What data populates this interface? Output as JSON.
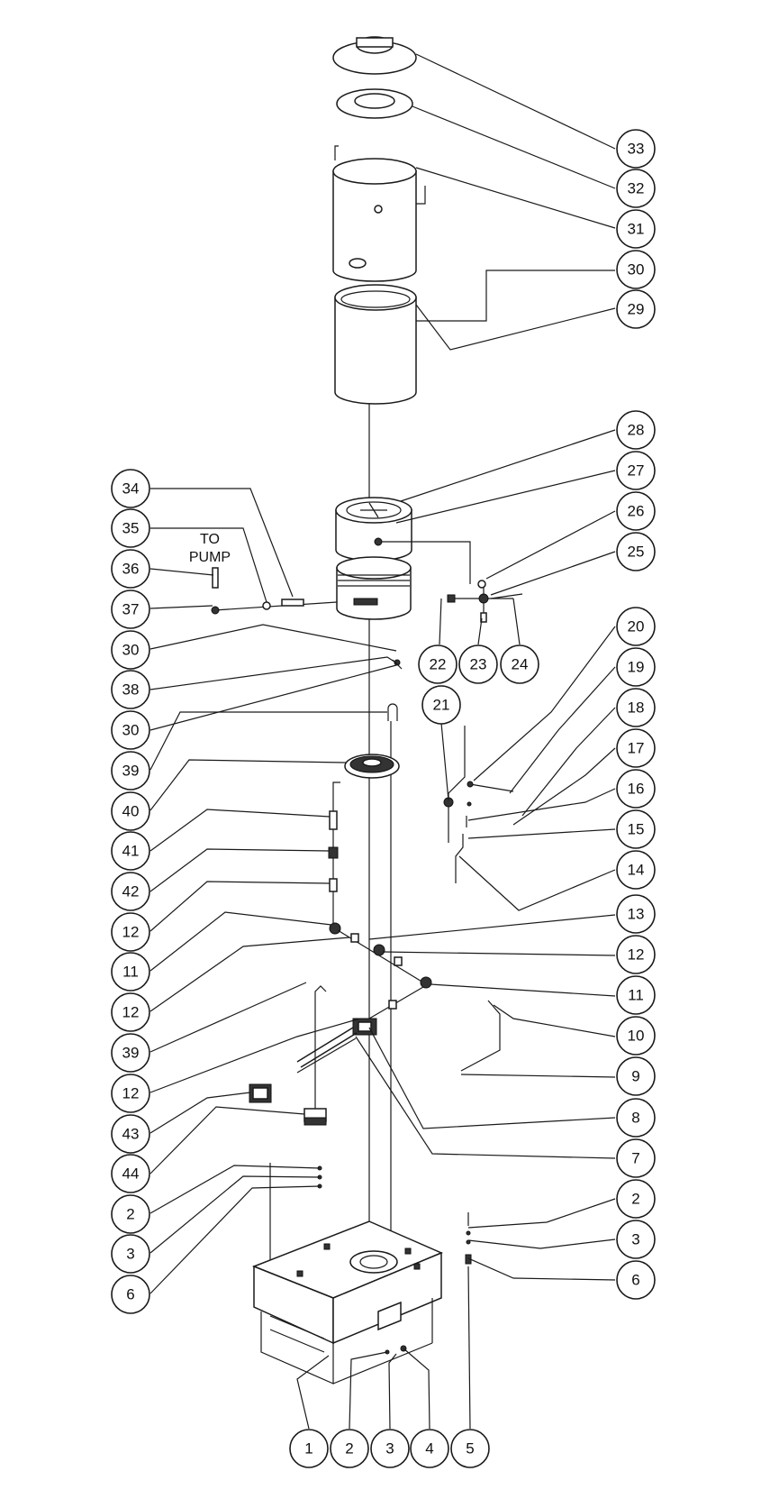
{
  "diagram": {
    "note_line1": "TO",
    "note_line2": "PUMP",
    "callouts": [
      "33",
      "32",
      "31",
      "30",
      "29",
      "28",
      "27",
      "26",
      "25",
      "34",
      "35",
      "36",
      "37",
      "30",
      "38",
      "30",
      "22",
      "23",
      "24",
      "39",
      "40",
      "41",
      "42",
      "12",
      "11",
      "12",
      "39",
      "12",
      "43",
      "44",
      "2",
      "3",
      "6",
      "20",
      "19",
      "18",
      "17",
      "16",
      "15",
      "14",
      "21",
      "13",
      "12",
      "11",
      "10",
      "9",
      "8",
      "7",
      "2",
      "3",
      "6",
      "1",
      "2",
      "3",
      "4",
      "5"
    ]
  }
}
